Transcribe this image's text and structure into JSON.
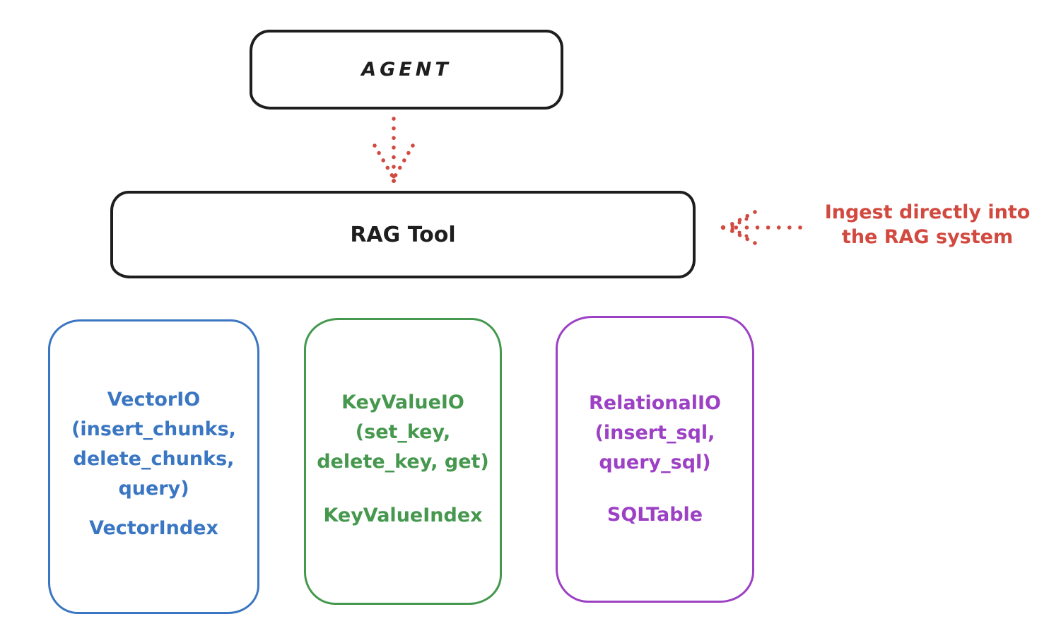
{
  "diagram": {
    "agent": {
      "label": "AGENT"
    },
    "rag_tool": {
      "label": "RAG Tool"
    },
    "annotation": {
      "line1": "Ingest directly into",
      "line2": "the RAG system"
    },
    "cards": [
      {
        "name": "vector-io",
        "title_lines": [
          "VectorIO",
          "(insert_chunks,",
          "delete_chunks,",
          "query)"
        ],
        "index_label": "VectorIndex",
        "color": "#3a76c2"
      },
      {
        "name": "key-value-io",
        "title_lines": [
          "KeyValueIO",
          "(set_key,",
          "delete_key, get)"
        ],
        "index_label": "KeyValueIndex",
        "color": "#45984d"
      },
      {
        "name": "relational-io",
        "title_lines": [
          "RelationalIO",
          "(insert_sql,",
          "query_sql)"
        ],
        "index_label": "SQLTable",
        "color": "#9c40c4"
      }
    ]
  },
  "colors": {
    "ink": "#1e1e1e",
    "red": "#d2493f",
    "blue": "#3a76c2",
    "green": "#45984d",
    "purple": "#9c40c4",
    "bg": "#ffffff"
  }
}
